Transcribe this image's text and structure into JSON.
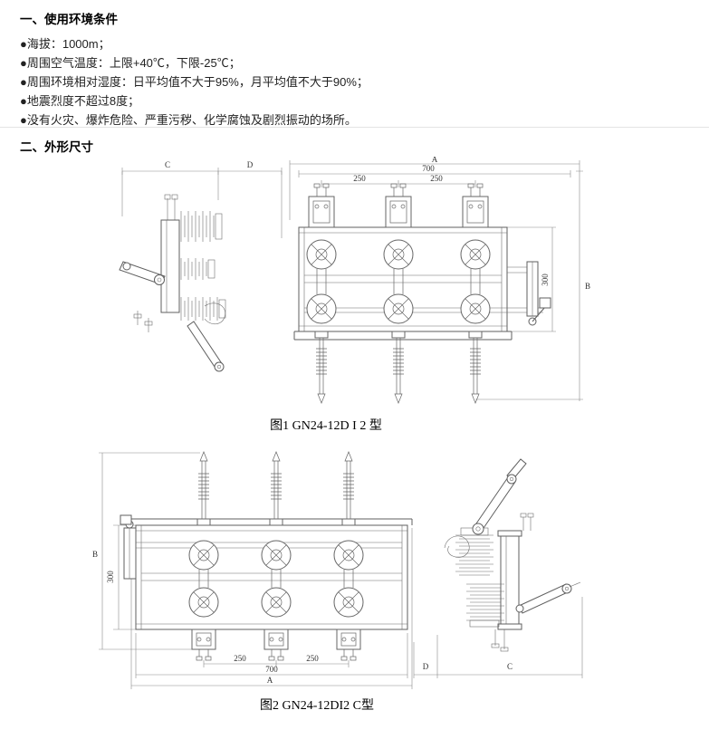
{
  "doc": {
    "section1_title": "一、使用环境条件",
    "env_items": [
      "●海拔：1000m；",
      "●周围空气温度：上限+40℃，下限-25℃；",
      "●周围环境相对湿度：日平均值不大于95%，月平均值不大于90%；",
      "●地震烈度不超过8度；",
      "●没有火灾、爆炸危险、严重污秽、化学腐蚀及剧烈振动的场所。"
    ],
    "section2_title": "二、外形尺寸",
    "fig1": {
      "caption": "图1 GN24-12D I 2 型",
      "dim_a": "A",
      "dim_b": "B",
      "dim_c": "C",
      "dim_d": "D",
      "dim_700": "700",
      "dim_250": "250",
      "dim_300": "300"
    },
    "fig2": {
      "caption": "图2 GN24-12DI2 C型",
      "dim_a": "A",
      "dim_b": "B",
      "dim_c": "C",
      "dim_d": "D",
      "dim_700": "700",
      "dim_250": "250",
      "dim_300": "300"
    }
  }
}
